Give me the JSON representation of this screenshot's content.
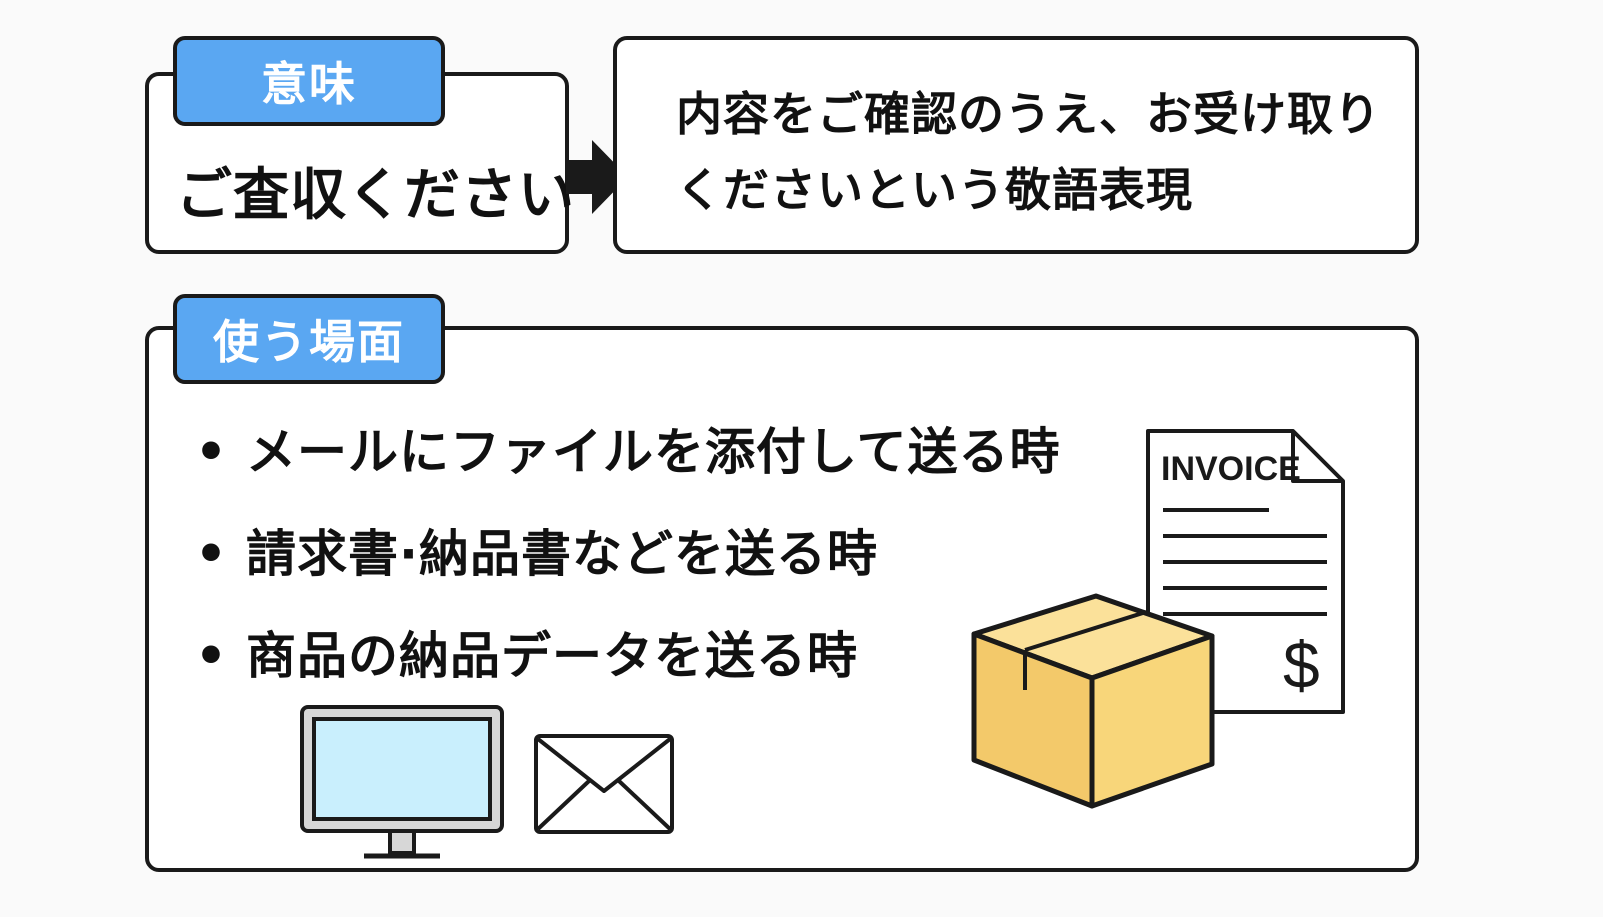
{
  "meaning_section": {
    "tag_label": "意味",
    "term": "ご査収ください",
    "definition": "内容をご確認のうえ、お受け取りくださいという敬語表現"
  },
  "usage_section": {
    "tag_label": "使う場面",
    "bullet_marker": "•",
    "items": [
      "メールにファイルを添付して送る時",
      "請求書·納品書などを送る時",
      "商品の納品データを送る時"
    ]
  },
  "invoice_illustration": {
    "label": "INVOICE",
    "currency_symbol": "$"
  },
  "colors": {
    "tag_blue": "#5aa7f2",
    "monitor_screen": "#c9effd",
    "box_fill": "#f8d67a",
    "outline": "#1a1a1a"
  },
  "icons": [
    "arrow-right-icon",
    "monitor-icon",
    "envelope-icon",
    "invoice-document-icon",
    "cardboard-box-icon"
  ]
}
